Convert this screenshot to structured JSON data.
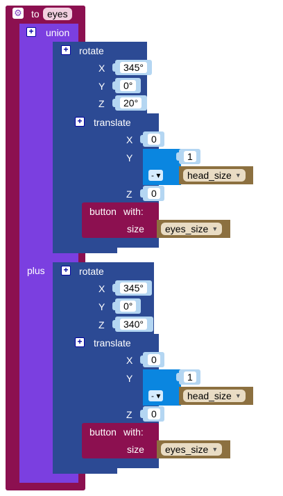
{
  "proc": {
    "to_label": "to",
    "name": "eyes"
  },
  "union": {
    "label": "union",
    "plus_label": "plus"
  },
  "blocks": [
    {
      "rotate": {
        "label": "rotate",
        "x_label": "X",
        "y_label": "Y",
        "z_label": "Z",
        "x": "345°",
        "y": "0°",
        "z": "20°"
      },
      "translate": {
        "label": "translate",
        "x_label": "X",
        "y_label": "Y",
        "z_label": "Z",
        "x": "0",
        "y_value": "1",
        "op": "- ▾",
        "y_var": "head_size",
        "z": "0"
      },
      "button": {
        "label": "button",
        "with": "with:",
        "size_label": "size",
        "size_var": "eyes_size"
      }
    },
    {
      "rotate": {
        "label": "rotate",
        "x_label": "X",
        "y_label": "Y",
        "z_label": "Z",
        "x": "345°",
        "y": "0°",
        "z": "340°"
      },
      "translate": {
        "label": "translate",
        "x_label": "X",
        "y_label": "Y",
        "z_label": "Z",
        "x": "0",
        "y_value": "1",
        "op": "- ▾",
        "y_var": "head_size",
        "z": "0"
      },
      "button": {
        "label": "button",
        "with": "with:",
        "size_label": "size",
        "size_var": "eyes_size"
      }
    }
  ],
  "icons": {
    "gear": "gear-icon",
    "mutator": "plus-icon",
    "dropdown": "dropdown-arrow-icon"
  },
  "colors": {
    "procedure": "#8c1050",
    "union": "#7b3fe0",
    "transform": "#2c4a94",
    "math": "#0a86e0",
    "variable": "#8c7040"
  }
}
